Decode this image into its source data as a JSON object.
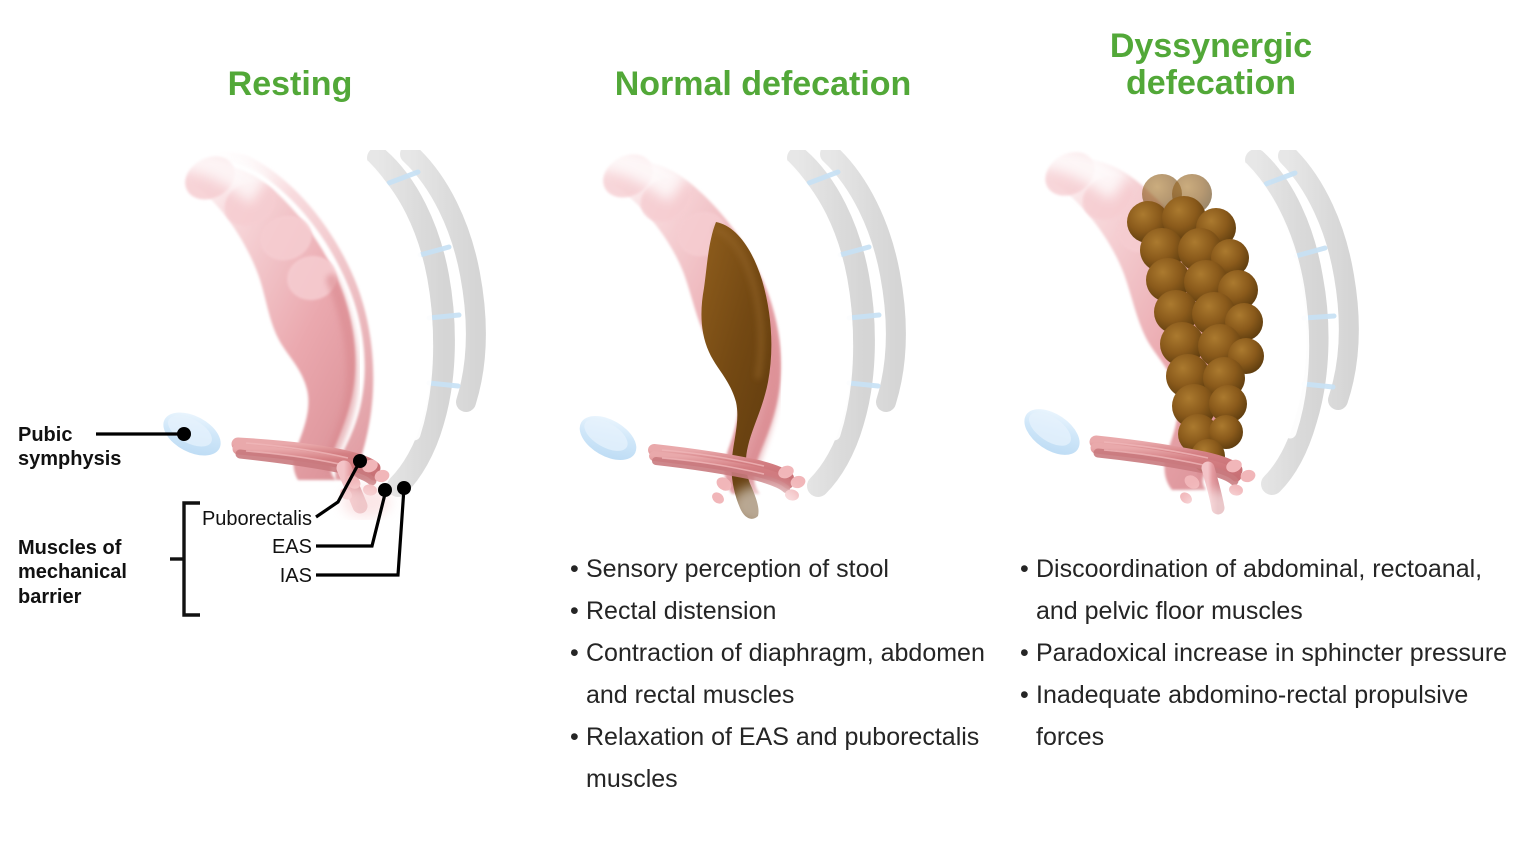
{
  "page": {
    "background_color": "#ffffff",
    "accent_green": "#52a838",
    "body_text_color": "#252525",
    "label_text_color": "#111111"
  },
  "columns": [
    {
      "id": "resting",
      "title": "Resting",
      "bullets": [],
      "illustration": "rectum-resting-with-closed-anorectal-angle"
    },
    {
      "id": "normal",
      "title": "Normal defecation",
      "bullets": [
        "Sensory perception of stool",
        "Rectal distension",
        "Contraction of diaphragm, abdomen and rectal muscles",
        "Relaxation of EAS and puborectalis muscles"
      ],
      "illustration": "rectum-with-stool-passing-through-relaxed-sphincter"
    },
    {
      "id": "dyssynergic",
      "title": "Dyssynergic\ndefecation",
      "bullets": [
        "Discoordination of abdominal, rectoanal, and pelvic floor muscles",
        "Paradoxical increase in sphincter pressure",
        "Inadequate abdomino-rectal propulsive forces"
      ],
      "illustration": "rectum-packed-with-retained-stool-balls"
    }
  ],
  "annotations": {
    "pubic_symphysis": {
      "label": "Pubic\nsymphysis",
      "bold": true,
      "marker_color": "#000000"
    },
    "muscles_group": {
      "label": "Muscles of\nmechanical\nbarrier",
      "bold": true,
      "members": [
        {
          "label": "Puborectalis"
        },
        {
          "label": "EAS"
        },
        {
          "label": "IAS"
        }
      ]
    }
  },
  "bullet_glyph": "•",
  "colors": {
    "rectum_wall": "#e49a9e",
    "rectum_wall_light": "#f2c2c5",
    "rectum_fill": "#eeaab0",
    "muscle_band": "#d07d80",
    "muscle_band_light": "#e8a4a6",
    "pubic_symphysis_fill": "#cfe6f8",
    "pubic_symphysis_rim": "#ffffff",
    "vertebra_grey": "#dcdcdc",
    "disc_blue": "#cbe2f3",
    "stool_dark_brown": "#6e4413",
    "stool_brown": "#8a5a1b",
    "stool_ball": "#8d5d1d",
    "stool_ball_highlight": "#a8732b",
    "leader_line": "#000000"
  }
}
